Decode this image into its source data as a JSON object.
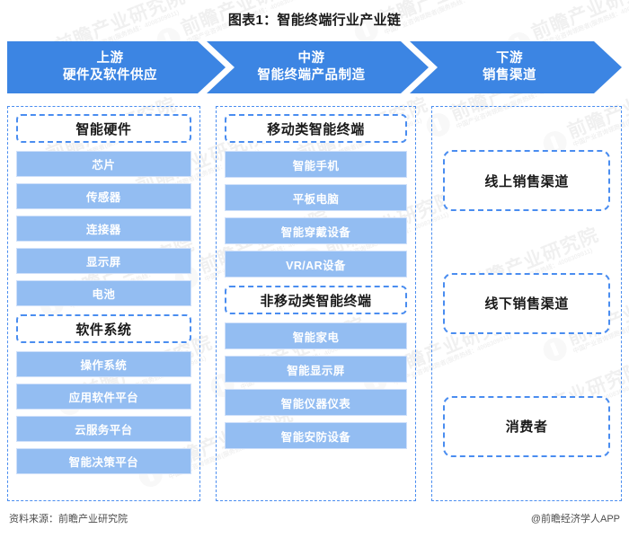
{
  "title": "图表1：智能终端行业产业链",
  "colors": {
    "banner_blue": "#3c85e3",
    "item_blue": "#93bdf2",
    "dash_border": "#4a8df0"
  },
  "banner": {
    "stages": [
      {
        "id": "upstream",
        "line1": "上游",
        "line2": "硬件及软件供应"
      },
      {
        "id": "midstream",
        "line1": "中游",
        "line2": "智能终端产品制造"
      },
      {
        "id": "downstream",
        "line1": "下游",
        "line2": "销售渠道"
      }
    ]
  },
  "columns": {
    "upstream": {
      "groups": [
        {
          "header": "智能硬件",
          "items": [
            "芯片",
            "传感器",
            "连接器",
            "显示屏",
            "电池"
          ]
        },
        {
          "header": "软件系统",
          "items": [
            "操作系统",
            "应用软件平台",
            "云服务平台",
            "智能决策平台"
          ]
        }
      ]
    },
    "midstream": {
      "groups": [
        {
          "header": "移动类智能终端",
          "items": [
            "智能手机",
            "平板电脑",
            "智能穿戴设备",
            "VR/AR设备"
          ]
        },
        {
          "header": "非移动类智能终端",
          "items": [
            "智能家电",
            "智能显示屏",
            "智能仪器仪表",
            "智能安防设备"
          ]
        }
      ]
    },
    "downstream": {
      "boxes": [
        "线上销售渠道",
        "线下销售渠道",
        "消费者"
      ]
    }
  },
  "footer": {
    "source": "资料来源：前瞻产业研究院",
    "attribution": "@前瞻经济学人APP"
  },
  "watermark": {
    "main": "前瞻产业研究院",
    "sub": "中国产业咨询领跑者(服务热线：4008309911)"
  }
}
